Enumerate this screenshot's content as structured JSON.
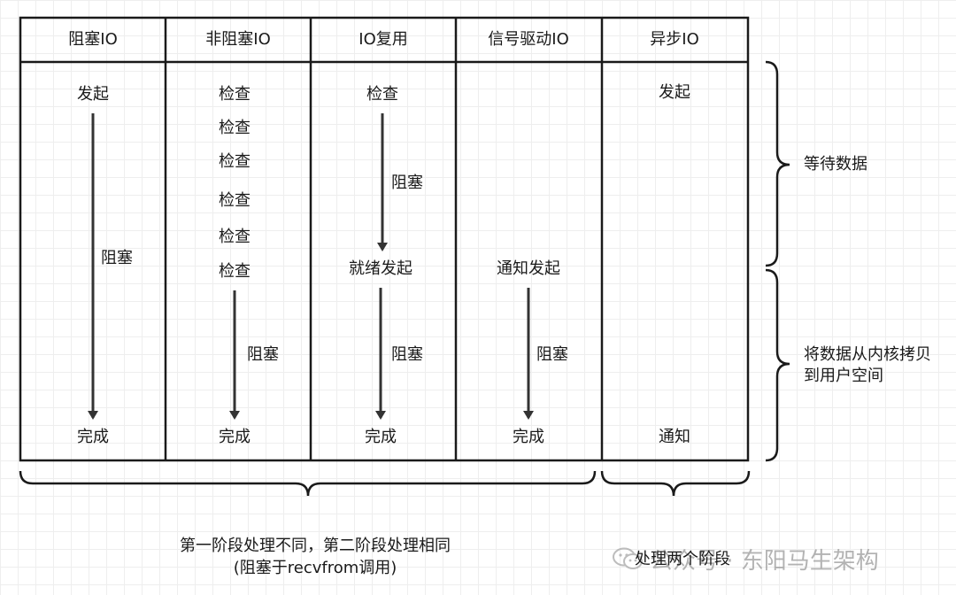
{
  "columns": [
    {
      "header": "阻塞IO",
      "start": "发起",
      "block": "阻塞",
      "end": "完成"
    },
    {
      "header": "非阻塞IO",
      "checks": [
        "检查",
        "检查",
        "检查",
        "检查",
        "检查",
        "检查"
      ],
      "block": "阻塞",
      "end": "完成"
    },
    {
      "header": "IO复用",
      "start": "检查",
      "block1": "阻塞",
      "mid": "就绪发起",
      "block2": "阻塞",
      "end": "完成"
    },
    {
      "header": "信号驱动IO",
      "mid": "通知发起",
      "block": "阻塞",
      "end": "完成"
    },
    {
      "header": "异步IO",
      "start": "发起",
      "end": "通知"
    }
  ],
  "phases": {
    "wait": "等待数据",
    "copy_line1": "将数据从内核拷贝",
    "copy_line2": "到用户空间"
  },
  "bottom": {
    "left_line1": "第一阶段处理不同，第二阶段处理相同",
    "left_line2": "(阻塞于recvfrom调用)",
    "right": "处理两个阶段"
  },
  "watermark": {
    "text": "公众号 · 东阳马生架构",
    "icon": "wechat-icon"
  },
  "colors": {
    "line": "#1a1a1a",
    "arrow": "#333333",
    "watermark": "#9a9a9a"
  }
}
